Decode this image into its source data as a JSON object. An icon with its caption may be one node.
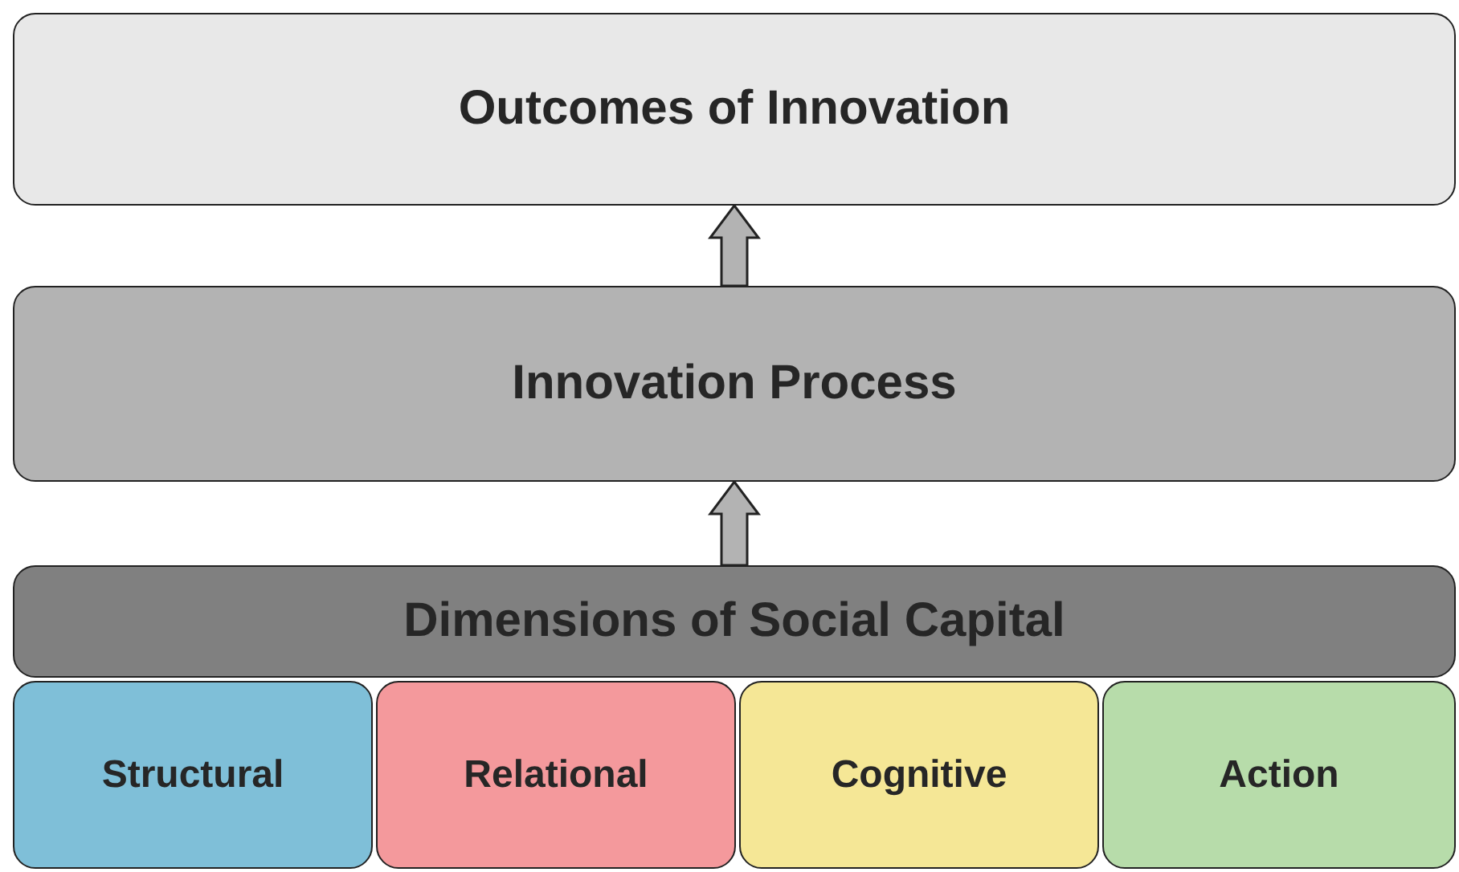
{
  "diagram": {
    "nodes": [
      {
        "text": [
          "Outcomes of Innovation"
        ]
      },
      {
        "text": [
          "Innovation Process"
        ]
      },
      {
        "text": [
          "Dimensions of Social Capital"
        ]
      },
      {
        "text": [
          "Structural"
        ]
      },
      {
        "text": [
          "Relational"
        ]
      },
      {
        "text": [
          "Cognitive"
        ]
      },
      {
        "text": [
          "Action"
        ]
      }
    ],
    "edges": [
      {
        "from": 1,
        "to": 0,
        "arrow": "to"
      },
      {
        "from": 2,
        "to": 1,
        "arrow": "to"
      }
    ]
  }
}
